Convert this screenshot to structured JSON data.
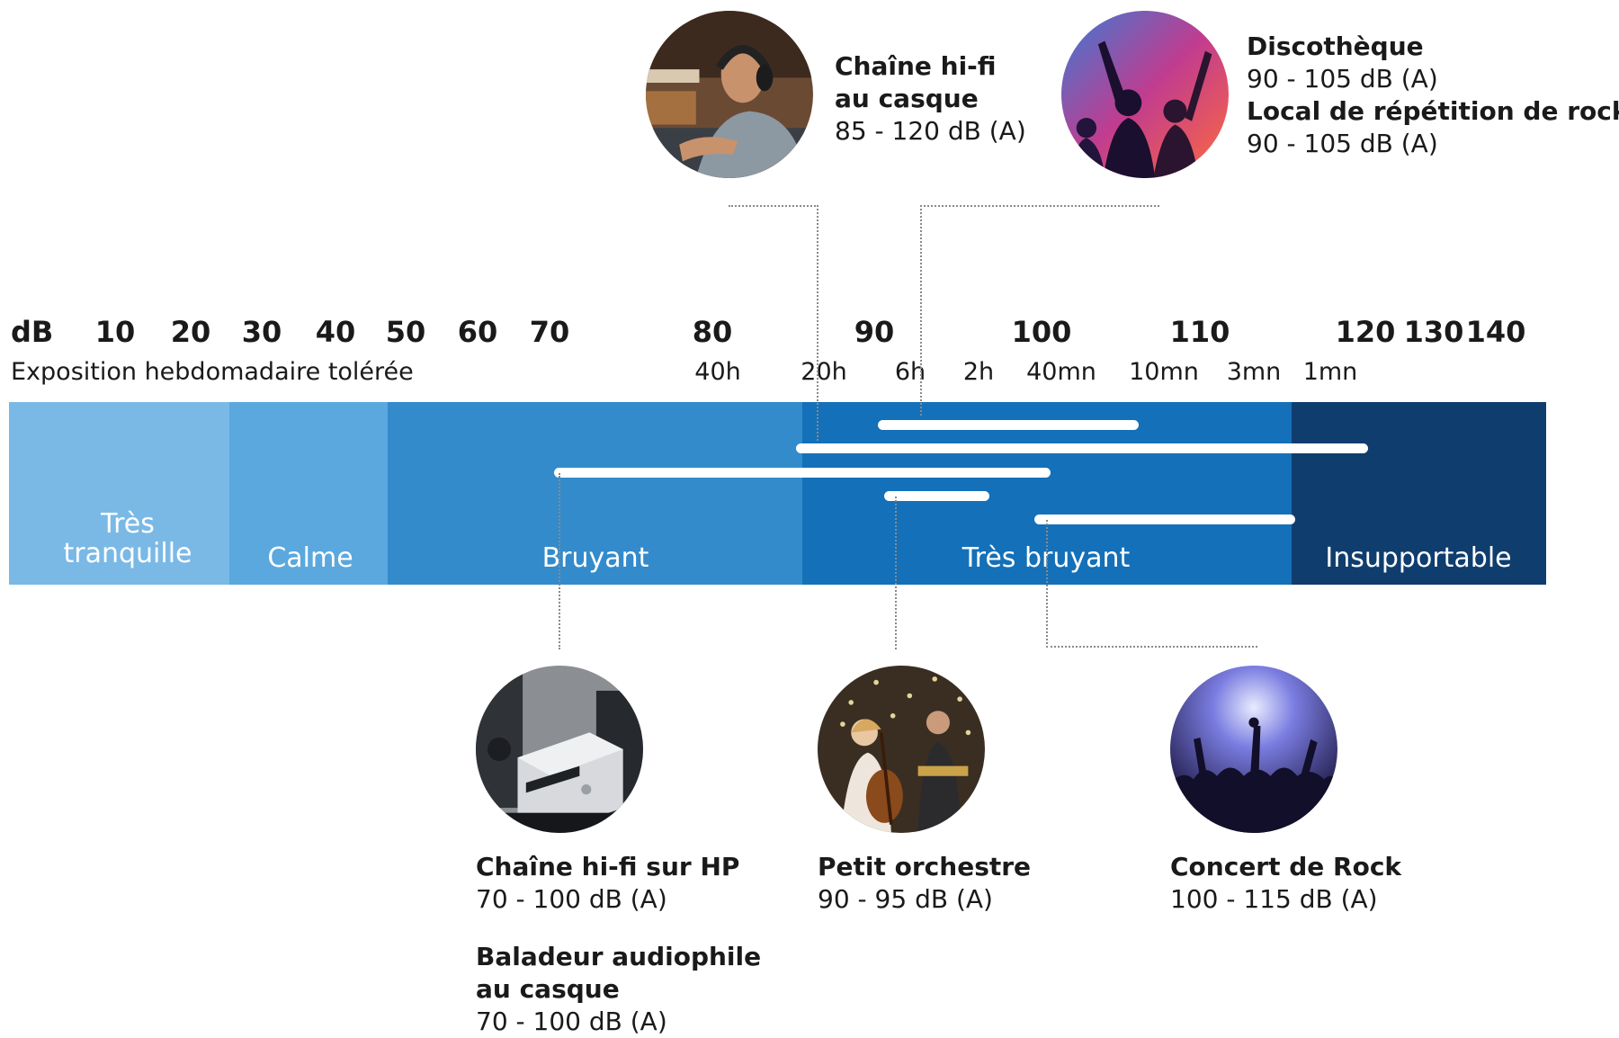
{
  "header": {
    "unit": "dB",
    "exposure_label": "Exposition hebdomadaire tolérée"
  },
  "db_scale": [
    {
      "label": "10",
      "value": 10
    },
    {
      "label": "20",
      "value": 20
    },
    {
      "label": "30",
      "value": 30
    },
    {
      "label": "40",
      "value": 40
    },
    {
      "label": "50",
      "value": 50
    },
    {
      "label": "60",
      "value": 60
    },
    {
      "label": "70",
      "value": 70
    },
    {
      "label": "80",
      "value": 80
    },
    {
      "label": "90",
      "value": 90
    },
    {
      "label": "100",
      "value": 100
    },
    {
      "label": "110",
      "value": 110
    },
    {
      "label": "120",
      "value": 120
    },
    {
      "label": "130",
      "value": 130
    },
    {
      "label": "140",
      "value": 140
    }
  ],
  "exposure_times": [
    "40h",
    "20h",
    "6h",
    "2h",
    "40mn",
    "10mn",
    "3mn",
    "1mn"
  ],
  "zones": [
    {
      "label_line1": "Très",
      "label_line2": "tranquille",
      "color": "#7ab9e6"
    },
    {
      "label_line1": "",
      "label_line2": "Calme",
      "color": "#5aa8de"
    },
    {
      "label_line1": "",
      "label_line2": "Bruyant",
      "color": "#338bcc"
    },
    {
      "label_line1": "",
      "label_line2": "Très bruyant",
      "color": "#1470b8"
    },
    {
      "label_line1": "",
      "label_line2": "Insupportable",
      "color": "#0f3d6e"
    }
  ],
  "sources": [
    {
      "title": "Chaîne hi-fi au casque",
      "title_line1": "Chaîne hi-fi",
      "title_line2": "au casque",
      "range": "85 - 120 dB (A)",
      "min": 85,
      "max": 120,
      "photo_icon": "man-headphones-photo"
    },
    {
      "title": "Discothèque",
      "range": "90 - 105 dB (A)",
      "min": 90,
      "max": 105,
      "photo_icon": "nightclub-crowd-photo"
    },
    {
      "title": "Local de répétition de rock",
      "range": "90 - 105 dB (A)",
      "min": 90,
      "max": 105
    },
    {
      "title": "Chaîne hi-fi sur HP",
      "range": "70 - 100 dB (A)",
      "min": 70,
      "max": 100,
      "photo_icon": "hifi-system-photo"
    },
    {
      "title": "Baladeur audiophile",
      "title_line2": "au casque",
      "range": "70 - 100 dB (A)",
      "min": 70,
      "max": 100
    },
    {
      "title": "Petit orchestre",
      "range": "90 - 95 dB (A)",
      "min": 90,
      "max": 95,
      "photo_icon": "small-orchestra-photo"
    },
    {
      "title": "Concert de Rock",
      "range": "100 - 115 dB (A)",
      "min": 100,
      "max": 115,
      "photo_icon": "rock-concert-photo"
    }
  ],
  "colors": {
    "text": "#1a1a1a",
    "bar": "#ffffff",
    "connector": "#8a8a8a"
  }
}
